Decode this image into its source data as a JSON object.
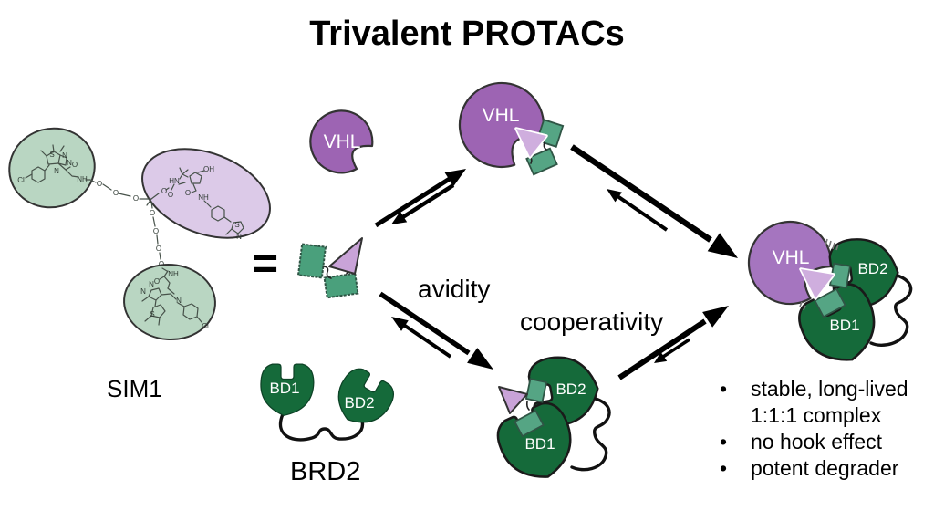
{
  "title": "Trivalent PROTACs",
  "sim1": {
    "name": "SIM1",
    "equals": "="
  },
  "brd2": {
    "name": "BRD2",
    "domain1": "BD1",
    "domain2": "BD2"
  },
  "vhl": {
    "name": "VHL"
  },
  "process": {
    "avidity": "avidity",
    "cooperativity": "cooperativity"
  },
  "outcomes": {
    "bullet": "•",
    "items": [
      "stable, long-lived 1:1:1 complex",
      "no hook effect",
      "potent degrader"
    ]
  },
  "chemistry": {
    "bet_ligand_top": [
      "Cl",
      "S",
      "N",
      "N",
      "N",
      "O",
      "NH"
    ],
    "vhl_ligand": [
      "HN",
      "O",
      "O",
      "OH",
      "O",
      "NH",
      "S",
      "N"
    ],
    "bet_ligand_bottom": [
      "NH",
      "O",
      "N",
      "N",
      "N",
      "S",
      "Cl"
    ],
    "linker_oxygens": [
      "O",
      "O",
      "O",
      "O",
      "O",
      "O",
      "O"
    ]
  },
  "colors": {
    "vhl_purple": "#9d64b3",
    "vhl_purple_light": "#a575bf",
    "ligand_purple": "#c9a3d8",
    "ligand_purple_pale": "#dccae8",
    "warhead_green_pale": "#b9d6c2",
    "linker_green": "#4aa07c",
    "brd_green_dark": "#156a3a",
    "outline": "#333333",
    "text_black": "#000000",
    "label_white": "#ffffff"
  }
}
